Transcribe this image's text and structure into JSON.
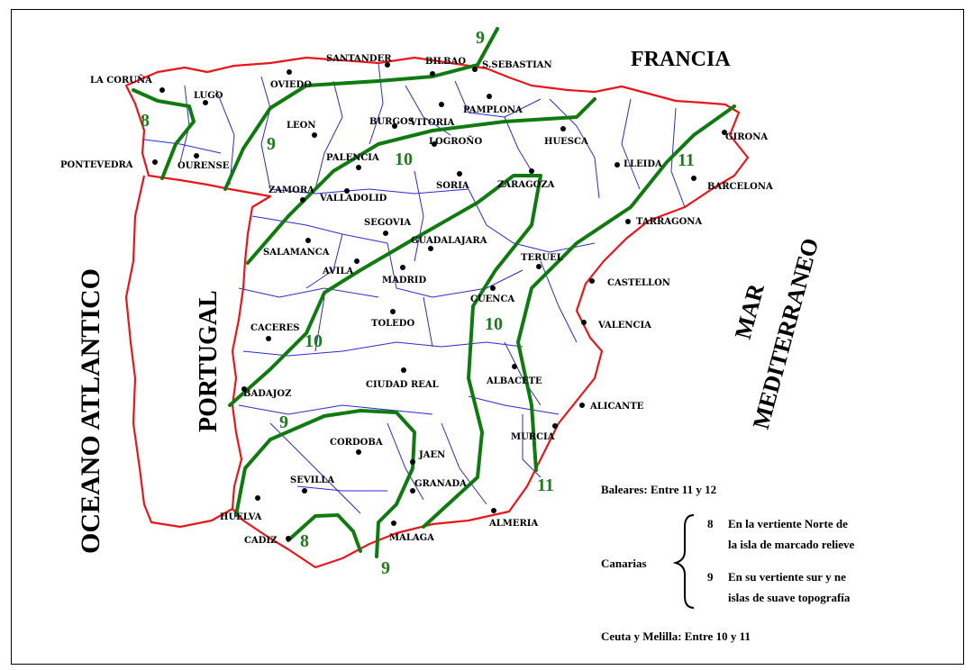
{
  "colors": {
    "coast": "#e8161b",
    "borders": "#2a2ad0",
    "isolines": "#0f7a0f",
    "isolabel": "#1a7a1a"
  },
  "countries": {
    "francia": "FRANCIA",
    "portugal": "PORTUGAL",
    "oceano": "OCEANO ATLANTICO",
    "mar": "MAR",
    "mediterraneo": "MEDITERRANEO"
  },
  "cities": [
    "LA CORUÑA",
    "LUGO",
    "OVIEDO",
    "SANTANDER",
    "BILBAO",
    "S.SEBASTIAN",
    "VITORIA",
    "PAMPLONA",
    "LEON",
    "BURGOS",
    "LOGROÑO",
    "HUESCA",
    "GIRONA",
    "PONTEVEDRA",
    "OURENSE",
    "PALENCIA",
    "SORIA",
    "ZARAGOZA",
    "LLEIDA",
    "BARCELONA",
    "ZAMORA",
    "VALLADOLID",
    "TARRAGONA",
    "SEGOVIA",
    "SALAMANCA",
    "GUADALAJARA",
    "TERUEL",
    "AVILA",
    "MADRID",
    "CASTELLON",
    "CUENCA",
    "CACERES",
    "TOLEDO",
    "VALENCIA",
    "BADAJOZ",
    "CIUDAD REAL",
    "ALBACETE",
    "ALICANTE",
    "CORDOBA",
    "JAEN",
    "MURCIA",
    "SEVILLA",
    "GRANADA",
    "HUELVA",
    "ALMERIA",
    "CADIZ",
    "MALAGA"
  ],
  "isolines": [
    "9",
    "8",
    "9",
    "10",
    "11",
    "10",
    "10",
    "9",
    "11",
    "8",
    "9"
  ],
  "legend": {
    "baleares": "Baleares: Entre 11 y 12",
    "canarias_label": "Canarias",
    "canarias_8_num": "8",
    "canarias_8_line1": "En la vertiente Norte de",
    "canarias_8_line2": "la isla de marcado relieve",
    "canarias_9_num": "9",
    "canarias_9_line1": "En su vertiente sur y ne",
    "canarias_9_line2": "islas de suave topografía",
    "ceuta": "Ceuta y Melilla: Entre 10 y 11"
  }
}
